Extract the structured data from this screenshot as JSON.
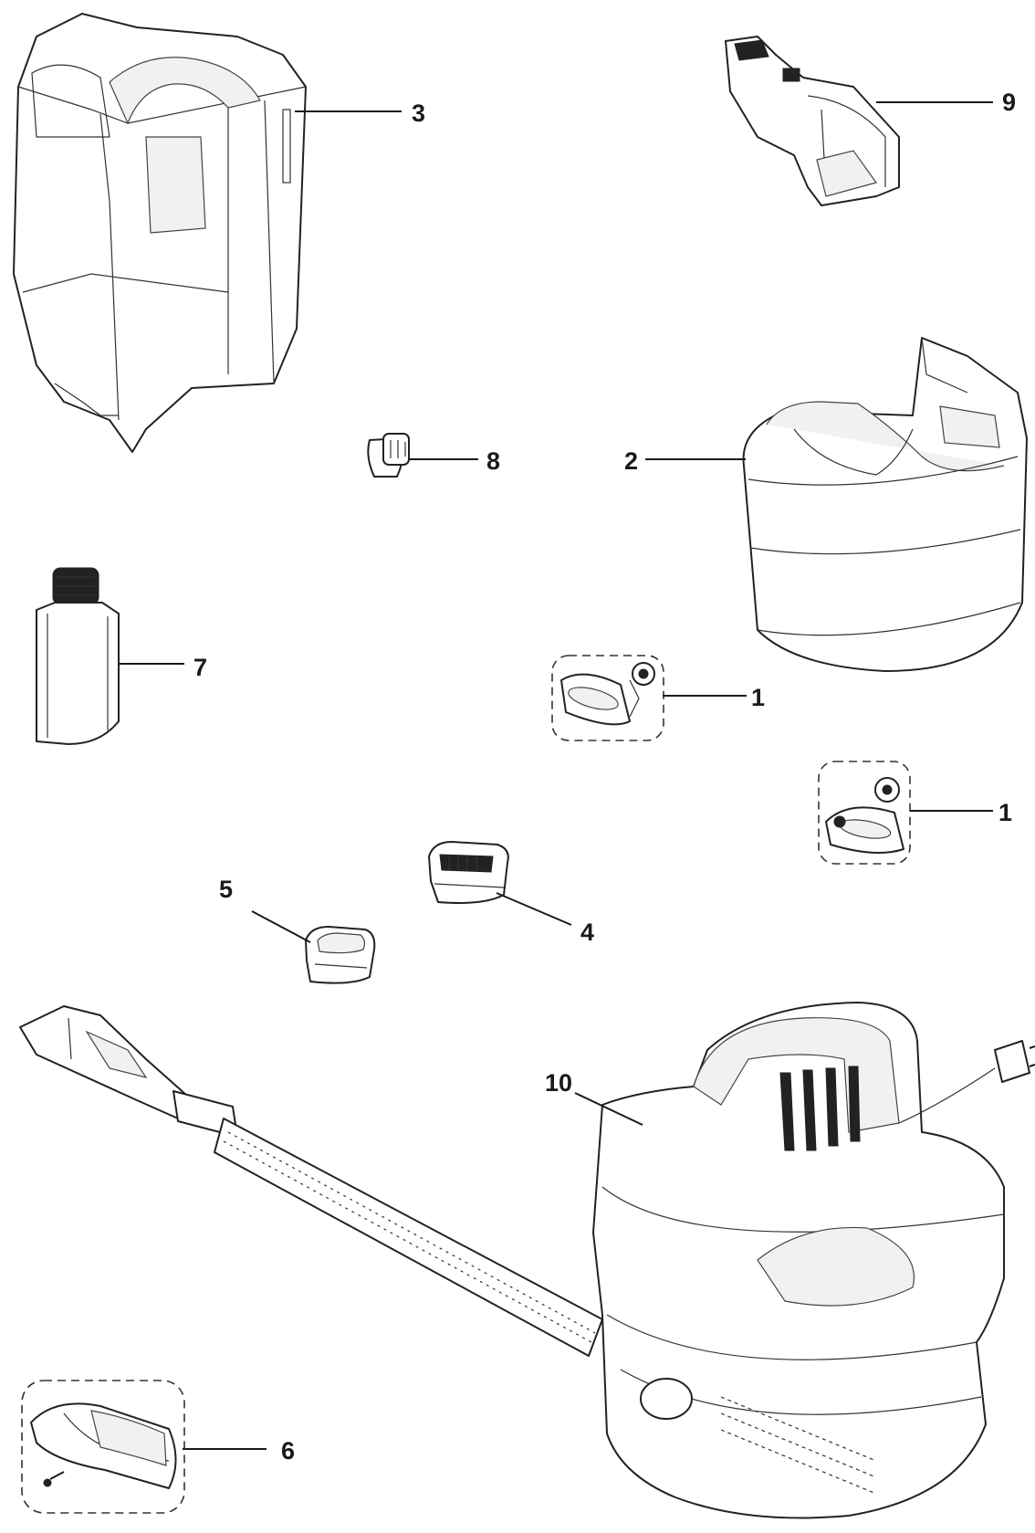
{
  "diagram": {
    "parts": [
      {
        "id": "part-3",
        "label": "3",
        "name": "dirty-water-tank"
      },
      {
        "id": "part-9",
        "label": "9",
        "name": "hand-tool"
      },
      {
        "id": "part-8",
        "label": "8",
        "name": "plug-cap"
      },
      {
        "id": "part-2",
        "label": "2",
        "name": "clean-water-tank"
      },
      {
        "id": "part-7",
        "label": "7",
        "name": "cleaning-solution-bottle"
      },
      {
        "id": "part-1a",
        "label": "1",
        "name": "tank-cap-valve"
      },
      {
        "id": "part-1b",
        "label": "1",
        "name": "tank-cap-valve-alt"
      },
      {
        "id": "part-5",
        "label": "5",
        "name": "filter-frame"
      },
      {
        "id": "part-4",
        "label": "4",
        "name": "filter-screen"
      },
      {
        "id": "part-10",
        "label": "10",
        "name": "base-unit-with-hose"
      },
      {
        "id": "part-6",
        "label": "6",
        "name": "hose-clip-with-screw"
      }
    ]
  }
}
